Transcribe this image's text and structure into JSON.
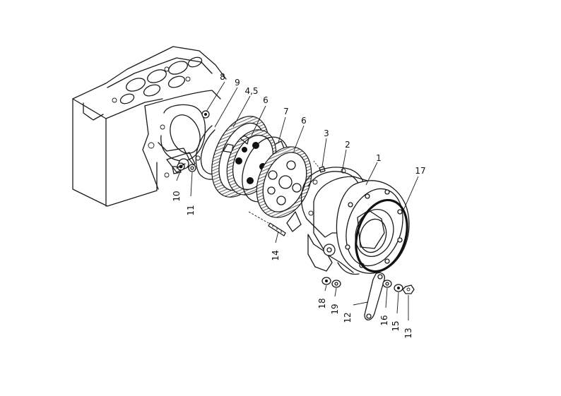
{
  "diagram": {
    "callouts": [
      {
        "id": "c1",
        "text": "1"
      },
      {
        "id": "c2",
        "text": "2"
      },
      {
        "id": "c3",
        "text": "3"
      },
      {
        "id": "c45",
        "text": "4,5"
      },
      {
        "id": "c6a",
        "text": "6"
      },
      {
        "id": "c6b",
        "text": "6"
      },
      {
        "id": "c7",
        "text": "7"
      },
      {
        "id": "c8",
        "text": "8"
      },
      {
        "id": "c9",
        "text": "9"
      },
      {
        "id": "c10",
        "text": "10"
      },
      {
        "id": "c11",
        "text": "11"
      },
      {
        "id": "c12",
        "text": "12"
      },
      {
        "id": "c13",
        "text": "13"
      },
      {
        "id": "c14",
        "text": "14"
      },
      {
        "id": "c15",
        "text": "15"
      },
      {
        "id": "c16",
        "text": "16"
      },
      {
        "id": "c17",
        "text": "17"
      },
      {
        "id": "c18",
        "text": "18"
      },
      {
        "id": "c19",
        "text": "19"
      }
    ]
  }
}
